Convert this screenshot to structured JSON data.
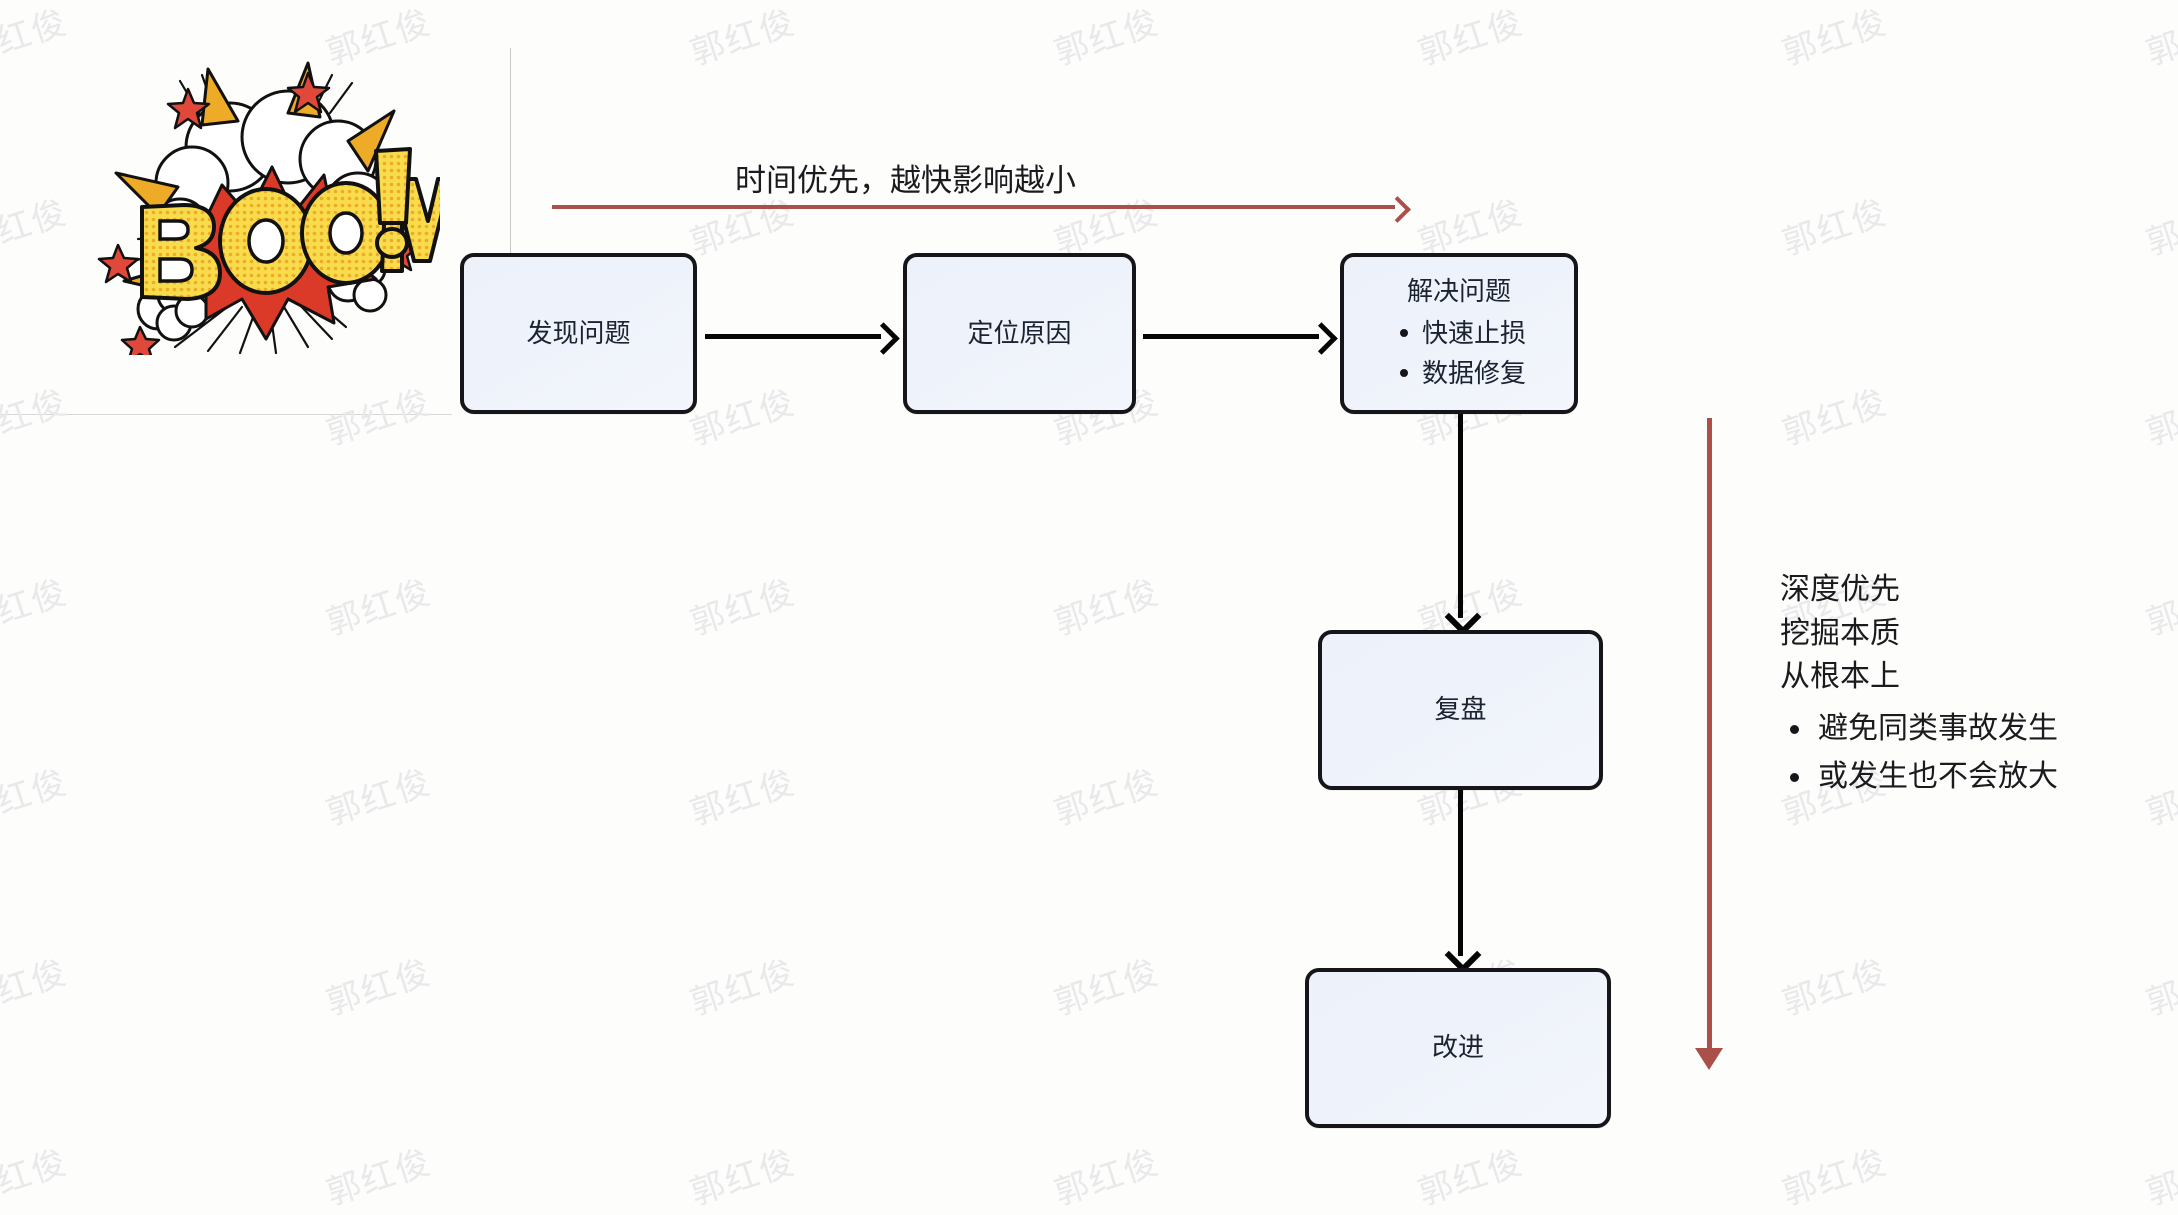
{
  "diagram": {
    "title_caption": "时间优先，越快影响越小",
    "nodes": [
      {
        "id": "discover",
        "label": "发现问题",
        "bullets": []
      },
      {
        "id": "locate",
        "label": "定位原因",
        "bullets": []
      },
      {
        "id": "resolve",
        "label": "解决问题",
        "bullets": [
          "快速止损",
          "数据修复"
        ]
      },
      {
        "id": "review",
        "label": "复盘",
        "bullets": []
      },
      {
        "id": "improve",
        "label": "改进",
        "bullets": []
      }
    ],
    "side_note": {
      "lines": [
        "深度优先",
        "挖掘本质",
        "从根本上"
      ],
      "bullets": [
        "避免同类事故发生",
        "或发生也不会放大"
      ]
    },
    "graphic": {
      "name": "boom-explosion-comic",
      "text": "BOOM!"
    },
    "watermark": "郭红俊",
    "colors": {
      "node_border": "#16161a",
      "node_fill": "#eef2fa",
      "arrow": "#050505",
      "accent_red": "#ab4f49",
      "watermark": "#e9e9ec",
      "background": "#fdfdfb",
      "boom_yellow": "#f7d846",
      "boom_orange": "#e8a32a",
      "boom_red": "#dc3a28"
    }
  }
}
